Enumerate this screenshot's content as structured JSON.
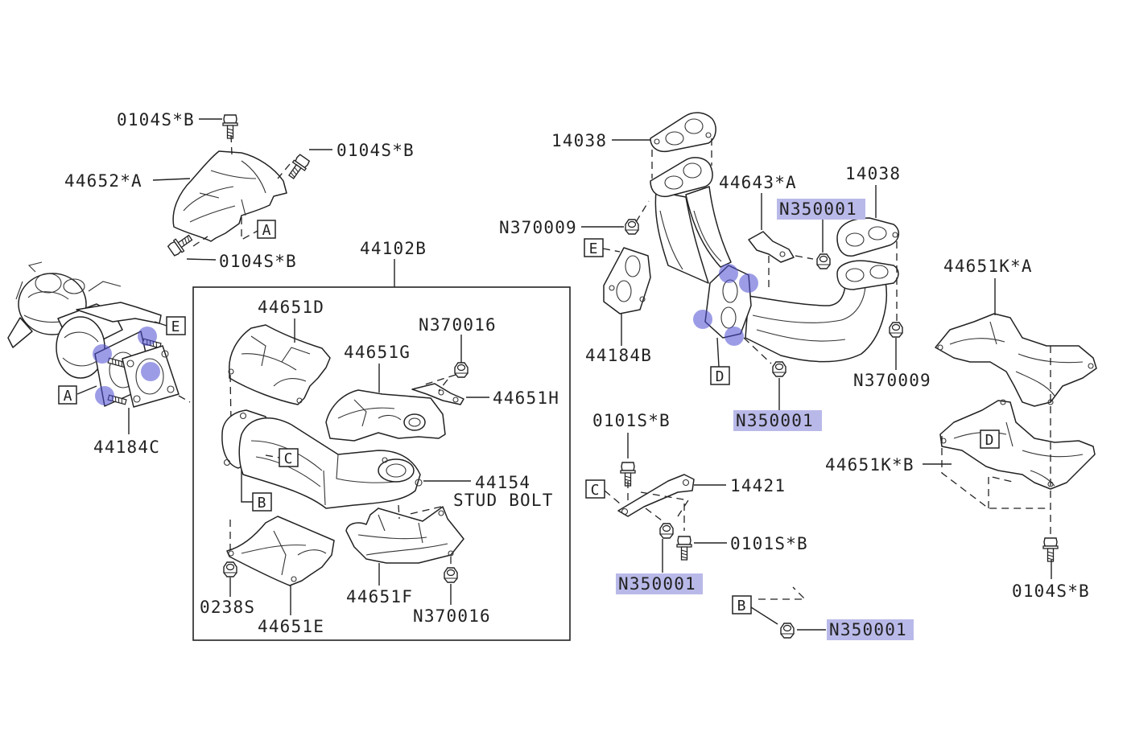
{
  "colors": {
    "highlight": "#b9b9e9",
    "bolt_marker": "#4b4bd2",
    "line": "#222222"
  },
  "part_labels": [
    "0104S*B",
    "0104S*B",
    "44652*A",
    "0104S*B",
    "44102B",
    "14038",
    "44643*A",
    "14038",
    "N370009",
    "44651K*A",
    "N370016",
    "44651D",
    "44651G",
    "44184B",
    "N370009",
    "44651H",
    "0101S*B",
    "44184C",
    "44651K*B",
    "44154",
    "14421",
    "0101S*B",
    "44651F",
    "0238S",
    "0104S*B",
    "N370016",
    "44651E"
  ],
  "stud_bolt_note": "STUD BOLT",
  "highlighted_labels": [
    "N350001",
    "N350001",
    "N350001",
    "N350001"
  ],
  "reference_letters": [
    "A",
    "E",
    "A",
    "C",
    "B",
    "E",
    "D",
    "C",
    "D",
    "B"
  ]
}
